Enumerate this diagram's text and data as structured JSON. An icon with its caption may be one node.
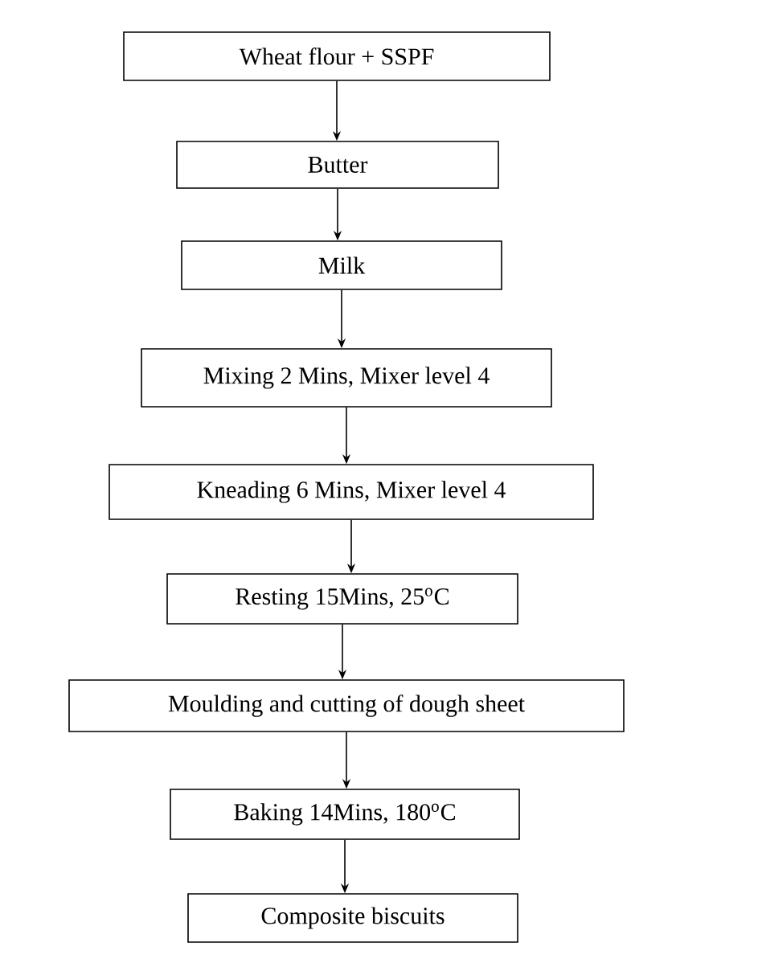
{
  "diagram": {
    "nodes": [
      {
        "text": [
          "Wheat flour + SSPF"
        ]
      },
      {
        "text": [
          "Butter"
        ]
      },
      {
        "text": [
          "Milk"
        ]
      },
      {
        "text": [
          "Mixing 2 Mins, Mixer level 4"
        ]
      },
      {
        "text": [
          "Kneading 6 Mins, Mixer level 4"
        ]
      },
      {
        "text": [
          "Resting 15Mins, 25$^{o}$C"
        ]
      },
      {
        "text": [
          "Moulding and cutting of dough sheet"
        ]
      },
      {
        "text": [
          "Baking 14Mins, 180$^{o}$C"
        ]
      },
      {
        "text": [
          "Composite biscuits"
        ]
      }
    ],
    "edges": [
      {
        "from": 0,
        "to": 1,
        "arrow": "to"
      },
      {
        "from": 1,
        "to": 2,
        "arrow": "to"
      },
      {
        "from": 2,
        "to": 3,
        "arrow": "to"
      },
      {
        "from": 3,
        "to": 4,
        "arrow": "to"
      },
      {
        "from": 4,
        "to": 5,
        "arrow": "to"
      },
      {
        "from": 5,
        "to": 6,
        "arrow": "to"
      },
      {
        "from": 6,
        "to": 7,
        "arrow": "to"
      },
      {
        "from": 7,
        "to": 8,
        "arrow": "to"
      }
    ]
  }
}
